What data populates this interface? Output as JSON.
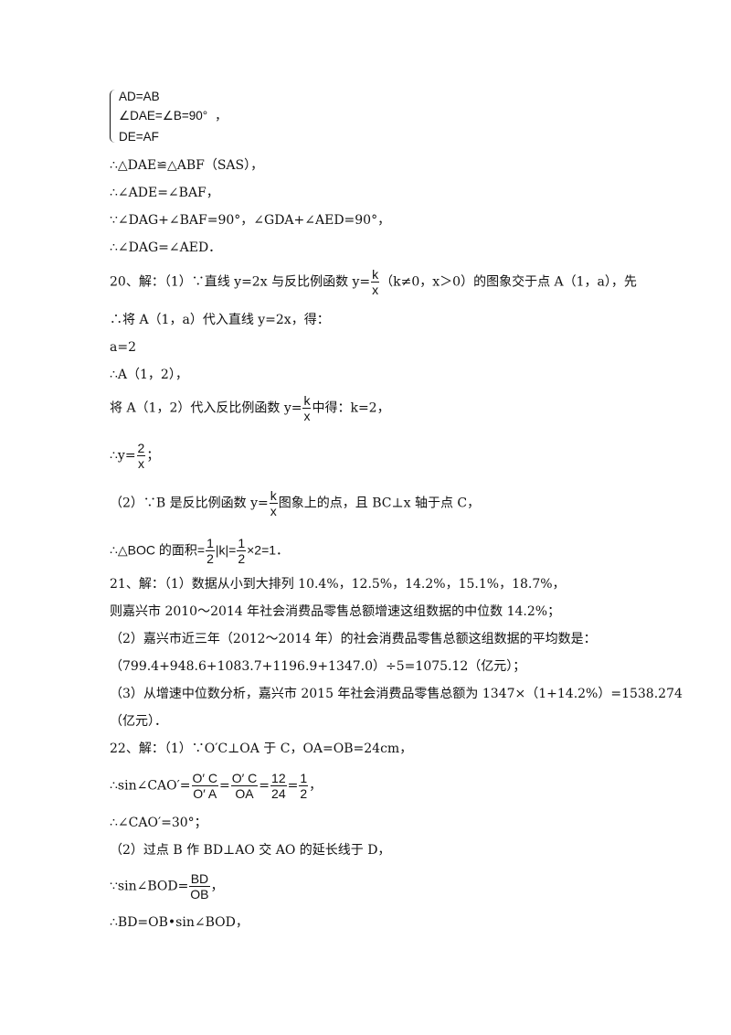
{
  "system": {
    "row1": "AD=AB",
    "row2": "∠DAE=∠B=90°",
    "row2_tail": "，",
    "row3": "DE=AF"
  },
  "lines": {
    "l1": "∴△DAE≌△ABF（SAS），",
    "l2": "∴∠ADE=∠BAF，",
    "l3": "∵∠DAG+∠BAF=90°，∠GDA+∠AED=90°，",
    "l4": "∴∠DAG=∠AED．",
    "l5_pre": "20、解：（1）∵直线 y=2x 与反比例函数 y=",
    "l5_frac_num": "k",
    "l5_frac_den": "x",
    "l5_post": "（k≠0，x＞0）的图象交于点 A（1，a），先",
    "l6": "∴将 A（1，a）代入直线 y=2x，得：",
    "l7": "a=2",
    "l8": "∴A（1，2），",
    "l9_pre": "将 A（1，2）代入反比例函数 y=",
    "l9_frac_num": "k",
    "l9_frac_den": "x",
    "l9_post": "中得：k=2，",
    "l10_pre": "∴y=",
    "l10_frac_num": "2",
    "l10_frac_den": "x",
    "l10_post": "；",
    "l11_pre": "（2）∵B 是反比例函数 y=",
    "l11_frac_num": "k",
    "l11_frac_den": "x",
    "l11_post": "图象上的点，且 BC⊥x 轴于点 C，",
    "l12_pre": "∴△BOC 的面积=",
    "l12_frac1_num": "1",
    "l12_frac1_den": "2",
    "l12_mid": "|k|=",
    "l12_frac2_num": "1",
    "l12_frac2_den": "2",
    "l12_post": "×2=1．",
    "l13": "21、解：（1）数据从小到大排列 10.4%，12.5%，14.2%，15.1%，18.7%，",
    "l14": "则嘉兴市 2010～2014 年社会消费品零售总额增速这组数据的中位数 14.2%；",
    "l15": "（2）嘉兴市近三年（2012～2014 年）的社会消费品零售总额这组数据的平均数是：",
    "l16": "（799.4+948.6+1083.7+1196.9+1347.0）÷5=1075.12（亿元）；",
    "l17": "（3）从增速中位数分析，嘉兴市 2015 年社会消费品零售总额为 1347×（1+14.2%）=1538.274",
    "l18": "（亿元）．",
    "l19": "22、解：（1）∵O′C⊥OA 于 C，OA=OB=24cm，",
    "l20_pre": "∴sin∠CAO′=",
    "l20_frac1_num": "O′ C",
    "l20_frac1_den": "O′ A",
    "l20_eq1": "=",
    "l20_frac2_num": "O′ C",
    "l20_frac2_den": "OA",
    "l20_eq2": "=",
    "l20_frac3_num": "12",
    "l20_frac3_den": "24",
    "l20_eq3": "=",
    "l20_frac4_num": "1",
    "l20_frac4_den": "2",
    "l20_post": "，",
    "l21": "∴∠CAO′=30°；",
    "l22": "（2）过点 B 作 BD⊥AO 交 AO 的延长线于 D，",
    "l23_pre": "∵sin∠BOD=",
    "l23_frac_num": "BD",
    "l23_frac_den": "OB",
    "l23_post": "，",
    "l24": "∴BD=OB•sin∠BOD，"
  }
}
